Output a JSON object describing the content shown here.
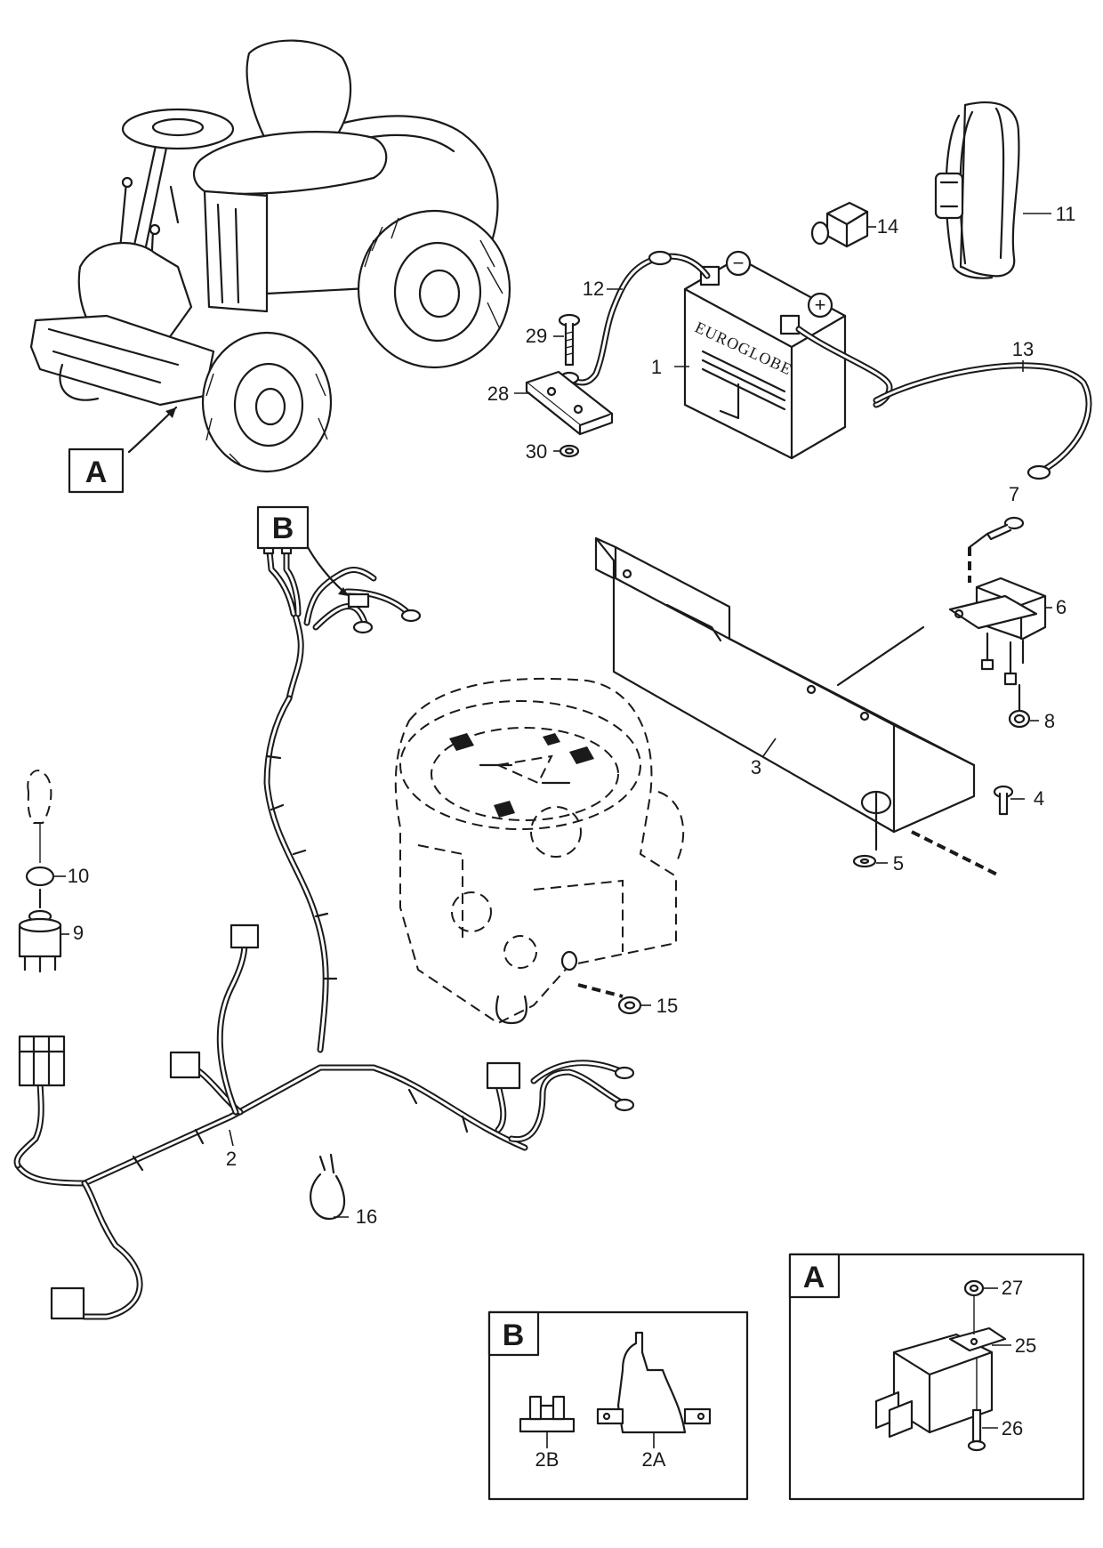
{
  "callouts": {
    "main_a": "A",
    "main_b": "B",
    "inset_a": "A",
    "inset_b": "B"
  },
  "battery": {
    "brand": "EUROGLOBE",
    "minus": "−",
    "plus": "+"
  },
  "parts": {
    "p1": "1",
    "p2": "2",
    "p3": "3",
    "p4": "4",
    "p5": "5",
    "p6": "6",
    "p7": "7",
    "p8": "8",
    "p9": "9",
    "p10": "10",
    "p11": "11",
    "p12": "12",
    "p13": "13",
    "p14": "14",
    "p15": "15",
    "p16": "16",
    "p25": "25",
    "p26": "26",
    "p27": "27",
    "p28": "28",
    "p29": "29",
    "p30": "30",
    "p2a": "2A",
    "p2b": "2B"
  }
}
